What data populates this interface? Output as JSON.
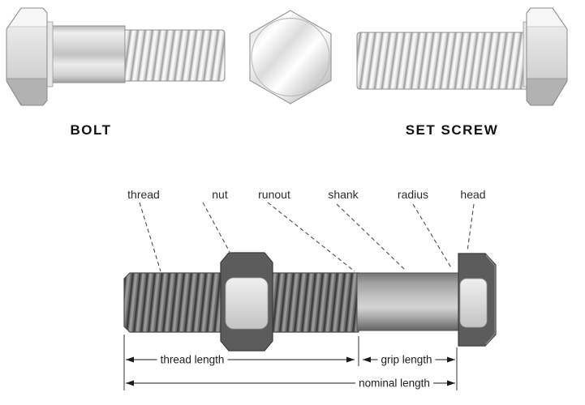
{
  "top_section": {
    "bolt_label": "BOLT",
    "set_screw_label": "SET SCREW"
  },
  "anatomy": {
    "part_labels": [
      "thread",
      "nut",
      "runout",
      "shank",
      "radius",
      "head"
    ],
    "dimension_labels": [
      "thread length",
      "grip length",
      "nominal length"
    ]
  },
  "colors": {
    "bg": "#ffffff",
    "text": "#1d1d1d",
    "label-text": "#2b2b2b",
    "line": "#2a2a2a"
  }
}
